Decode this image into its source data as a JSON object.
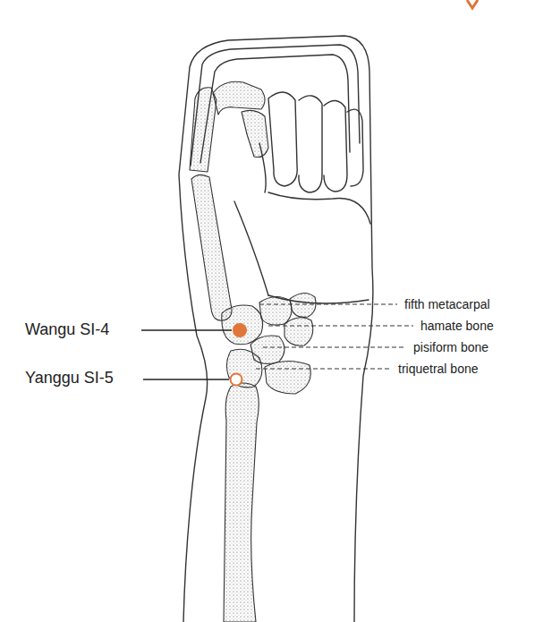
{
  "diagram": {
    "labels": [
      "Wangu SI-4",
      "Yanggu SI-5",
      "fifth metacarpal",
      "hamate bone",
      "pisiform bone",
      "triquetral bone"
    ]
  }
}
